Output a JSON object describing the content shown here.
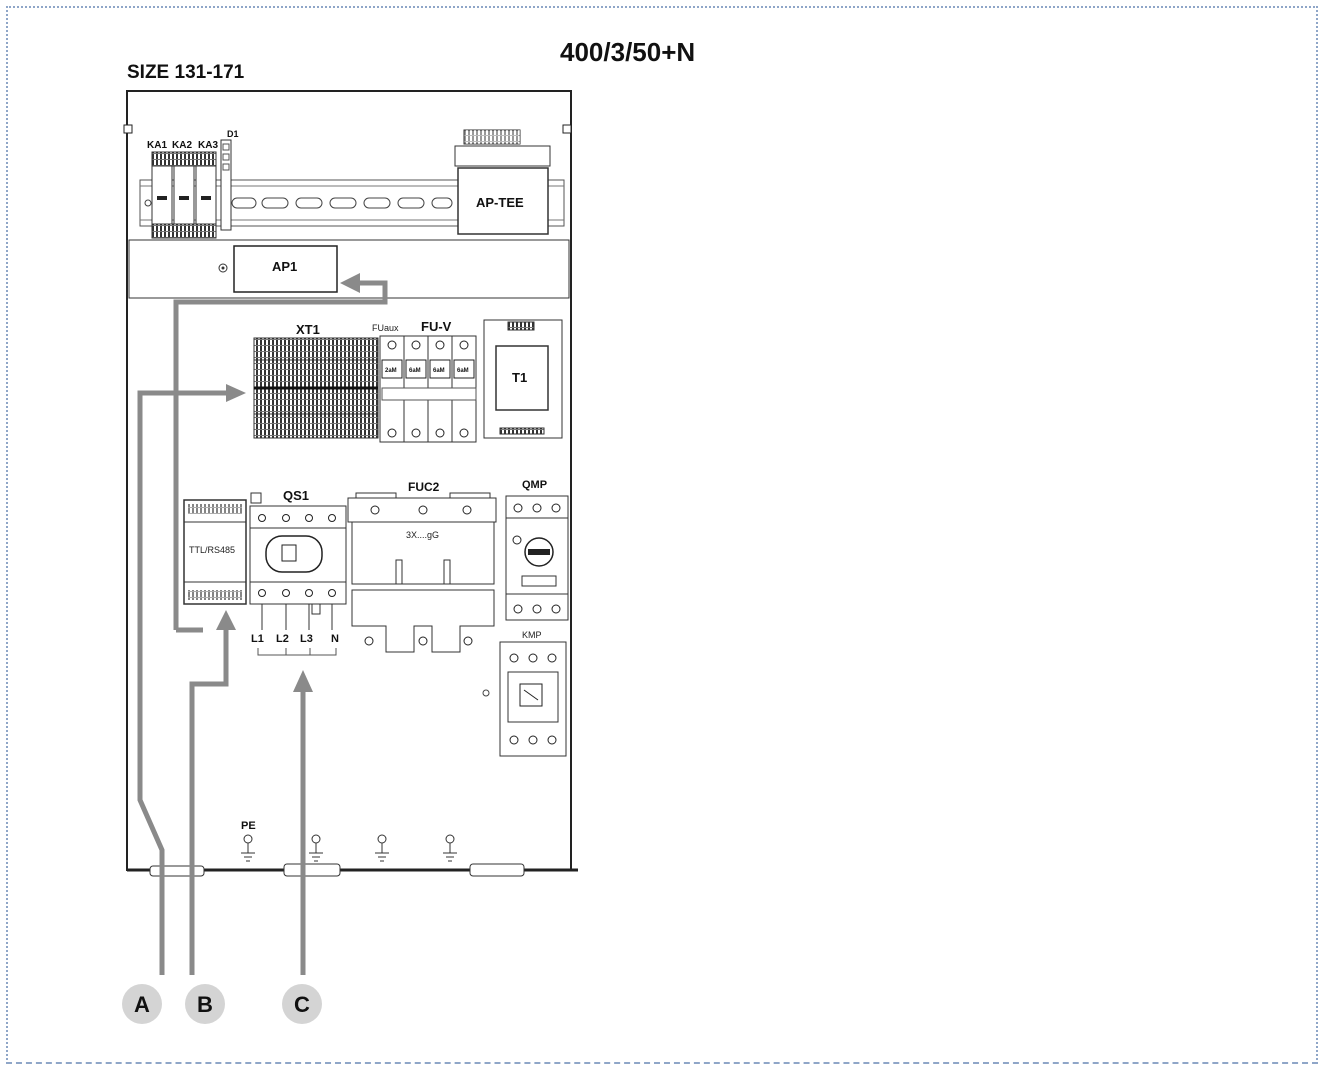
{
  "header": {
    "size_label": "SIZE 131-171",
    "supply_label": "400/3/50+N"
  },
  "components": {
    "ka1": "KA1",
    "ka2": "KA2",
    "ka3": "KA3",
    "d1": "D1",
    "ap_tee": "AP-TEE",
    "ap1": "AP1",
    "xt1": "XT1",
    "fuaux": "FUaux",
    "fuv": "FU-V",
    "t1": "T1",
    "fuse_2a": "2aM",
    "fuse_6a_1": "6aM",
    "fuse_6a_2": "6aM",
    "fuse_6a_3": "6aM",
    "ttl": "TTL/RS485",
    "qs1": "QS1",
    "fuc2": "FUC2",
    "fuc2_rating": "3X....gG",
    "qmp": "QMP",
    "kmp": "KMP",
    "l1": "L1",
    "l2": "L2",
    "l3": "L3",
    "n": "N",
    "pe": "PE"
  },
  "markers": {
    "a": "A",
    "b": "B",
    "c": "C"
  },
  "colors": {
    "arrow": "#8a8a8a",
    "marker_bg": "#d4d4d4",
    "frame": "#8fa6c8"
  }
}
